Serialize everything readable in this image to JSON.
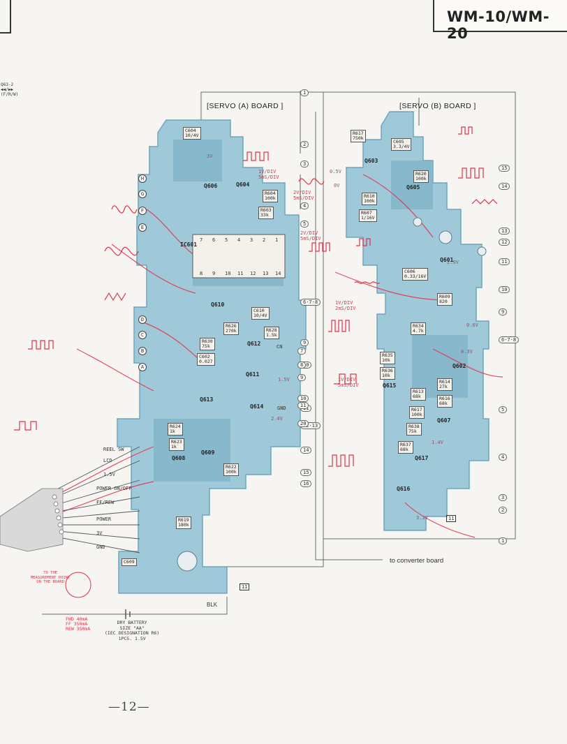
{
  "header": {
    "model": "WM-10/WM-20"
  },
  "top_left_note": [
    "Q63-2",
    "◀◀/▶▶",
    "(F/R/W)"
  ],
  "boards": {
    "servo_a": {
      "title": "[SERVO (A) BOARD ]"
    },
    "servo_b": {
      "title": "[SERVO (B) BOARD ]"
    }
  },
  "parts_a": [
    {
      "ref": "C604",
      "val": "10/4V"
    },
    {
      "ref": "Q606",
      "val": ""
    },
    {
      "ref": "Q604",
      "val": ""
    },
    {
      "ref": "R604",
      "val": "100k"
    },
    {
      "ref": "R603",
      "val": "33k"
    },
    {
      "ref": "IC601",
      "val": ""
    },
    {
      "ref": "Q610",
      "val": ""
    },
    {
      "ref": "C610",
      "val": "10/4V"
    },
    {
      "ref": "R626",
      "val": "270k"
    },
    {
      "ref": "R628",
      "val": "1.5k"
    },
    {
      "ref": "R630",
      "val": "75k"
    },
    {
      "ref": "Q612",
      "val": ""
    },
    {
      "ref": "C602",
      "val": "0.027"
    },
    {
      "ref": "Q611",
      "val": ""
    },
    {
      "ref": "Q613",
      "val": ""
    },
    {
      "ref": "Q614",
      "val": ""
    },
    {
      "ref": "R624",
      "val": "1k"
    },
    {
      "ref": "R623",
      "val": "1k"
    },
    {
      "ref": "Q609",
      "val": ""
    },
    {
      "ref": "Q608",
      "val": ""
    },
    {
      "ref": "R622",
      "val": "100k"
    },
    {
      "ref": "R619",
      "val": "180k"
    },
    {
      "ref": "C609",
      "val": ""
    }
  ],
  "parts_b": [
    {
      "ref": "R617",
      "val": "750k"
    },
    {
      "ref": "C605",
      "val": "3.3/4V"
    },
    {
      "ref": "Q603",
      "val": ""
    },
    {
      "ref": "R620",
      "val": "100k"
    },
    {
      "ref": "Q605",
      "val": ""
    },
    {
      "ref": "R610",
      "val": "100k"
    },
    {
      "ref": "R607",
      "val": "1/16V"
    },
    {
      "ref": "Q601",
      "val": ""
    },
    {
      "ref": "C606",
      "val": "0.33/16V"
    },
    {
      "ref": "Q602",
      "val": ""
    },
    {
      "ref": "R609",
      "val": "820"
    },
    {
      "ref": "R634",
      "val": "4.7k"
    },
    {
      "ref": "R635",
      "val": "10k"
    },
    {
      "ref": "R636",
      "val": "10k"
    },
    {
      "ref": "Q615",
      "val": ""
    },
    {
      "ref": "R613",
      "val": "68k"
    },
    {
      "ref": "R614",
      "val": "27k"
    },
    {
      "ref": "R616",
      "val": "68k"
    },
    {
      "ref": "R617",
      "val": "100k"
    },
    {
      "ref": "Q607",
      "val": ""
    },
    {
      "ref": "R638",
      "val": "75k"
    },
    {
      "ref": "R637",
      "val": "68k"
    },
    {
      "ref": "Q617",
      "val": ""
    },
    {
      "ref": "Q616",
      "val": ""
    }
  ],
  "left_pins": [
    "H",
    "G",
    "F",
    "E",
    "D",
    "C",
    "B",
    "A"
  ],
  "connectors_a": [
    "1",
    "2",
    "3",
    "4",
    "5",
    "6·7·8",
    "9",
    "10",
    "11",
    "12·13",
    "14",
    "15",
    "16"
  ],
  "connectors_b": [
    "15",
    "14",
    "13",
    "12",
    "11",
    "10",
    "9",
    "6·7·8",
    "5",
    "4",
    "3",
    "2",
    "1"
  ],
  "mid_pins": [
    "7",
    "8",
    "9",
    "10",
    "11",
    "20"
  ],
  "wire_labels": [
    "REEL SW",
    "LCD",
    "1.5V",
    "POWER ON/OFF",
    "FF/REW",
    "POWER",
    "3V",
    "GND"
  ],
  "ic_pins_top": [
    "7",
    "6",
    "5",
    "4",
    "3",
    "2",
    "1"
  ],
  "ic_pins_bottom": [
    "8",
    "9",
    "10",
    "11",
    "12",
    "13",
    "14"
  ],
  "waveforms": [
    {
      "label": "1V/DIV",
      "sub": "5mS/DIV"
    },
    {
      "label": "2V/DIV",
      "sub": "5mS/DIV"
    },
    {
      "label": "2V/DIV",
      "sub": "5mS/DIV"
    },
    {
      "label": "1V/DIV",
      "sub": "2mS/DIV"
    },
    {
      "label": "1V/DIV",
      "sub": "5mS/DIV"
    }
  ],
  "voltages": [
    "3V",
    "1.5V",
    "0V",
    "0.5V",
    "0.6V",
    "1.4V",
    "0.3V",
    "2.4V",
    "3.3V",
    "2.9V"
  ],
  "marks": {
    "gnd_ref": "GND",
    "cn": "CN",
    "ref11": "11",
    "bl": "BLK"
  },
  "converter_label": "to converter board",
  "measure_label": [
    "TO THE",
    "MEASUREMENT POINT",
    "ON THE BOARD"
  ],
  "legend": {
    "rows": [
      {
        "mode": "FWD",
        "val": "40mA"
      },
      {
        "mode": "FF",
        "val": "350mA"
      },
      {
        "mode": "REW",
        "val": "350mA"
      }
    ],
    "battery": [
      "DRY BATTERY",
      "SIZE \"AA\"",
      "(IEC DESIGNATION R6)",
      "1PCS. 1.5V"
    ]
  },
  "page_number": "—12—",
  "colors": {
    "board": "#9fc8d8",
    "board_dark": "#6fa6bd",
    "trace": "#e2304a",
    "line": "#555555",
    "part": "#f3f1ea"
  }
}
